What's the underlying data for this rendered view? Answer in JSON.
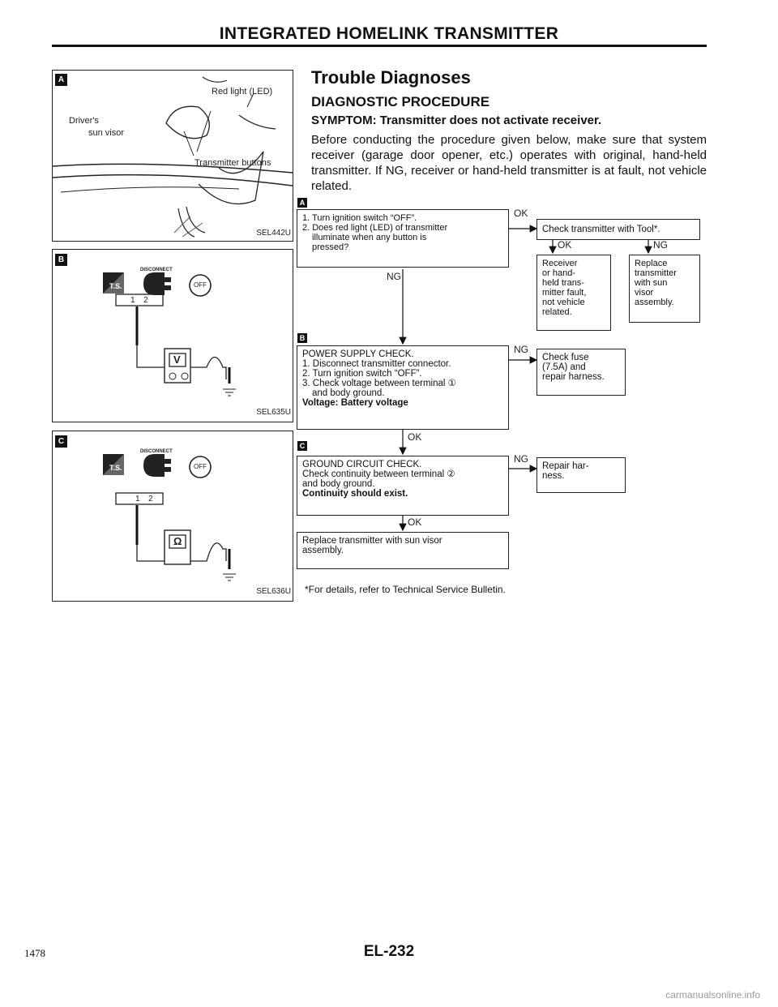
{
  "header": {
    "title": "INTEGRATED HOMELINK TRANSMITTER"
  },
  "figures": {
    "a": {
      "tag": "A",
      "code": "SEL442U",
      "callout_red_light": "Red light (LED)",
      "callout_drivers": "Driver's",
      "callout_sun_visor": "sun visor",
      "callout_buttons": "Transmitter buttons"
    },
    "b": {
      "tag": "B",
      "code": "SEL635U",
      "disconnect": "DISCONNECT",
      "ts": "T.S.",
      "off": "OFF",
      "meter": "V",
      "pin1": "1",
      "pin2": "2"
    },
    "c": {
      "tag": "C",
      "code": "SEL636U",
      "disconnect": "DISCONNECT",
      "ts": "T.S.",
      "off": "OFF",
      "meter": "Ω",
      "pin1": "1",
      "pin2": "2"
    }
  },
  "content": {
    "heading": "Trouble Diagnoses",
    "subheading": "DIAGNOSTIC PROCEDURE",
    "symptom": "SYMPTOM: Transmitter does not activate receiver.",
    "intro": "Before conducting the procedure given below, make sure that system receiver (garage door opener, etc.) operates with original, hand-held transmitter. If NG, receiver or hand-held transmitter is at fault, not vehicle related."
  },
  "flowchart": {
    "tag_a": "A",
    "tag_b": "B",
    "tag_c": "C",
    "step1": {
      "line1": "1. Turn ignition switch “OFF”.",
      "line2": "2. Does red light (LED) of transmitter",
      "line3": "illuminate when any button is",
      "line4": "pressed?"
    },
    "check_tool": "Check transmitter with Tool*.",
    "receiver_fault": {
      "line1": "Receiver",
      "line2": "or hand-",
      "line3": "held trans-",
      "line4": "mitter fault,",
      "line5": "not vehicle",
      "line6": "related."
    },
    "replace_transmitter": {
      "line1": "Replace",
      "line2": "transmitter",
      "line3": "with sun",
      "line4": "visor",
      "line5": "assembly."
    },
    "power_check": {
      "title": "POWER SUPPLY CHECK.",
      "line1": "1. Disconnect transmitter connector.",
      "line2": "2. Turn ignition switch “OFF”.",
      "line3": "3. Check voltage between terminal ①",
      "line4": "and body ground.",
      "result": "Voltage: Battery voltage"
    },
    "check_fuse": {
      "line1": "Check fuse",
      "line2": "(7.5A) and",
      "line3": "repair harness."
    },
    "ground_check": {
      "title": "GROUND CIRCUIT CHECK.",
      "line1": "Check continuity between terminal ②",
      "line2": "and body ground.",
      "result": "Continuity should exist."
    },
    "repair_harness": {
      "line1": "Repair har-",
      "line2": "ness."
    },
    "replace_final": {
      "line1": "Replace transmitter with sun visor",
      "line2": "assembly."
    },
    "labels": {
      "ok": "OK",
      "ng": "NG"
    }
  },
  "footnote": "*For details, refer to Technical Service Bulletin.",
  "footer": {
    "page_number": "1478",
    "page_code": "EL-232",
    "watermark": "carmanualsonline.info"
  }
}
